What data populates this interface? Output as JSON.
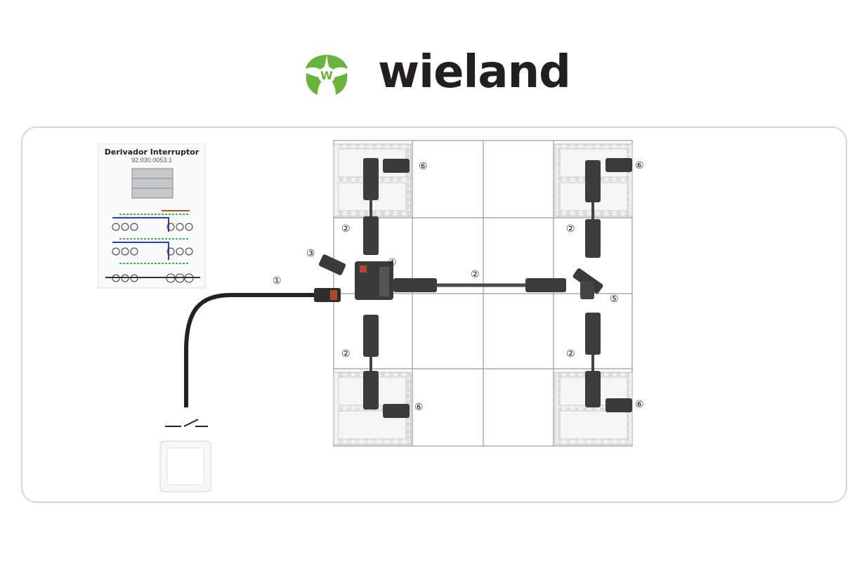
{
  "brand": {
    "name": "wieland",
    "logo_letter": "W",
    "green": "#6ab23e",
    "text_color": "#231f20"
  },
  "legend_card": {
    "title": "Derivador Interruptor",
    "part_number": "92.030.0053.1"
  },
  "callouts": {
    "cable": "①",
    "ext_cable": "②",
    "plug": "③",
    "distributor": "④",
    "tee": "⑤",
    "fixture": "⑥"
  }
}
